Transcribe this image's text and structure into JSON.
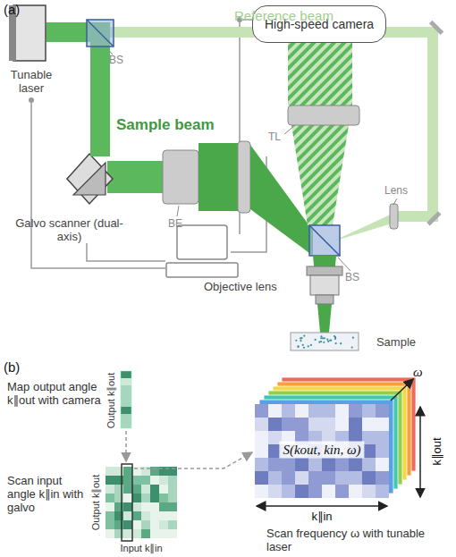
{
  "diagram": {
    "nodes": [
      {
        "text": [
          "Tunable laser"
        ]
      },
      {
        "text": [
          "High-speed camera"
        ]
      },
      {
        "text": [
          "Galvo scanner (dual-axis)"
        ]
      },
      {
        "text": [
          "Objective lens"
        ]
      },
      {
        "text": [
          "Sample"
        ]
      }
    ],
    "edges": [
      {
        "from": 0,
        "to": 2,
        "arrow": "none"
      }
    ],
    "labels": [
      "(a)",
      "Reference beam",
      "BS",
      "Sample beam",
      "BE",
      "TL",
      "Lens",
      "BS",
      "(b)",
      "Map output angle k∥out with camera",
      "Output k∥out",
      "Scan input angle k∥in with galvo",
      "Output k∥out",
      "Input k∥in",
      "S(kout, kin, ω)",
      "ω",
      "k∥out",
      "k∥in",
      "Scan frequency ω with tunable laser"
    ]
  }
}
